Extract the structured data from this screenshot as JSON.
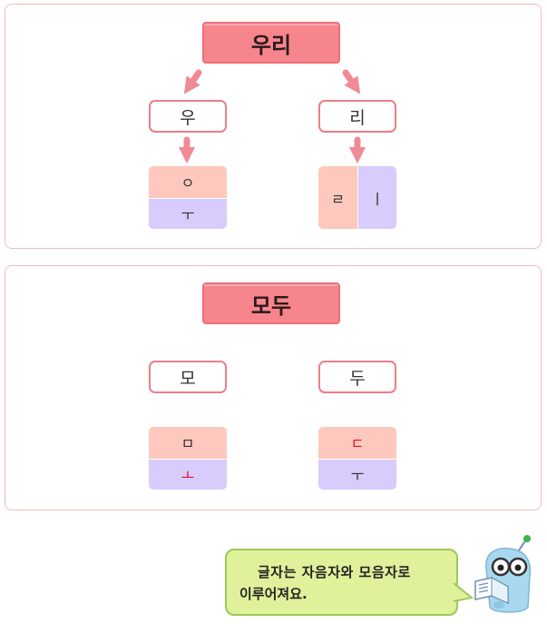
{
  "panels": [
    {
      "word": "우리",
      "left": {
        "syllable": "우",
        "layout": "vertical",
        "consonant": "ㅇ",
        "vowel": "ㅜ",
        "consonant_color": "#333333",
        "vowel_color": "#333333"
      },
      "right": {
        "syllable": "리",
        "layout": "horizontal",
        "consonant": "ㄹ",
        "vowel": "ㅣ",
        "consonant_color": "#333333",
        "vowel_color": "#333333"
      }
    },
    {
      "word": "모두",
      "left": {
        "syllable": "모",
        "layout": "vertical",
        "consonant": "ㅁ",
        "vowel": "ㅗ",
        "consonant_color": "#333333",
        "vowel_color": "#e8102a"
      },
      "right": {
        "syllable": "두",
        "layout": "vertical",
        "consonant": "ㄷ",
        "vowel": "ㅜ",
        "consonant_color": "#e8102a",
        "vowel_color": "#333333"
      }
    }
  ],
  "bubble": {
    "line1": "글자는 자음자와 모음자로",
    "line2": "이루어져요."
  },
  "colors": {
    "consonant_bg": "#fdc8bd",
    "vowel_bg": "#d7ccfb",
    "arrow": "#f08a95",
    "word_box": "#f7858e",
    "bubble": "#dff19a",
    "highlight": "#e8102a"
  },
  "icons": {
    "mascot": "reading-robot-icon",
    "arrow": "down-arrow-icon"
  }
}
